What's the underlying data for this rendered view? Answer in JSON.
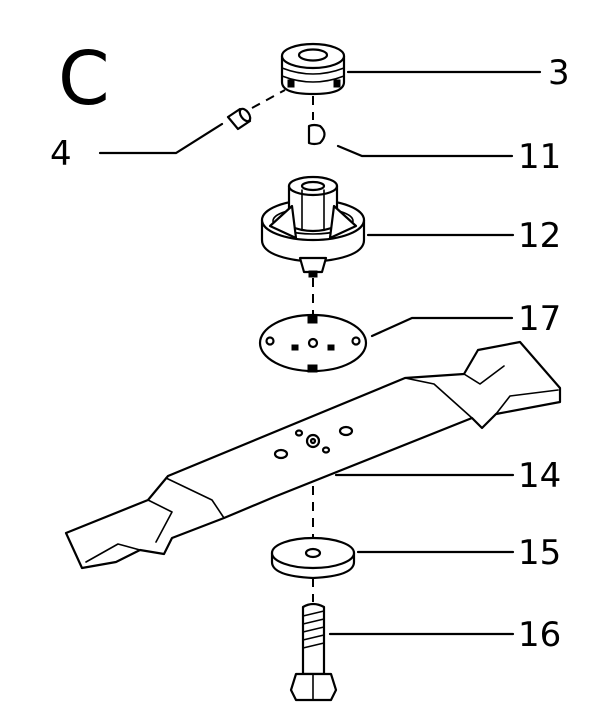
{
  "section_letter": "C",
  "callouts": {
    "c3": "3",
    "c4": "4",
    "c11": "11",
    "c12": "12",
    "c17": "17",
    "c14": "14",
    "c15": "15",
    "c16": "16"
  },
  "colors": {
    "ink": "#000000",
    "paper": "#ffffff"
  }
}
